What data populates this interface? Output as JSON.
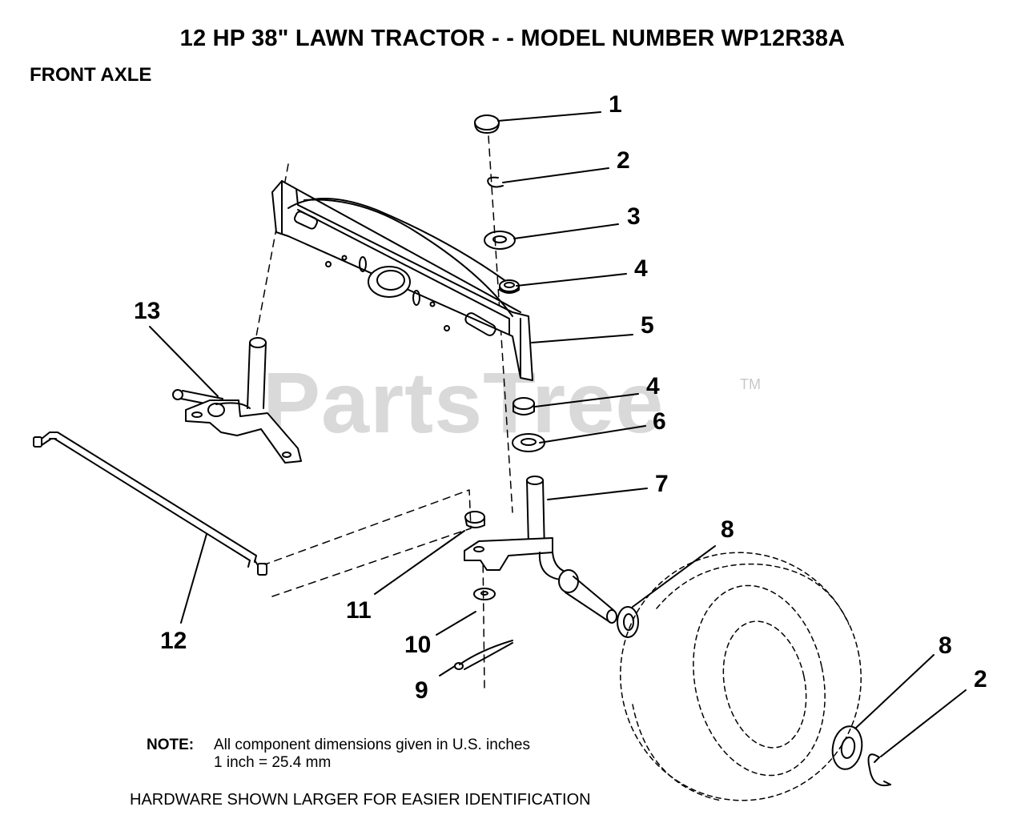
{
  "header": {
    "title": "12 HP 38\" LAWN TRACTOR - - MODEL NUMBER WP12R38A",
    "subtitle": "FRONT AXLE"
  },
  "watermark": {
    "text": "PartsTree",
    "tm": "TM"
  },
  "callouts": [
    "1",
    "2",
    "3",
    "4",
    "5",
    "4",
    "6",
    "7",
    "8",
    "11",
    "10",
    "9",
    "12",
    "13",
    "8",
    "2"
  ],
  "note": {
    "label": "NOTE:",
    "line1": "All component dimensions given in U.S. inches",
    "line2": "1 inch = 25.4 mm"
  },
  "footer": {
    "hardware": "HARDWARE SHOWN LARGER FOR EASIER IDENTIFICATION"
  }
}
